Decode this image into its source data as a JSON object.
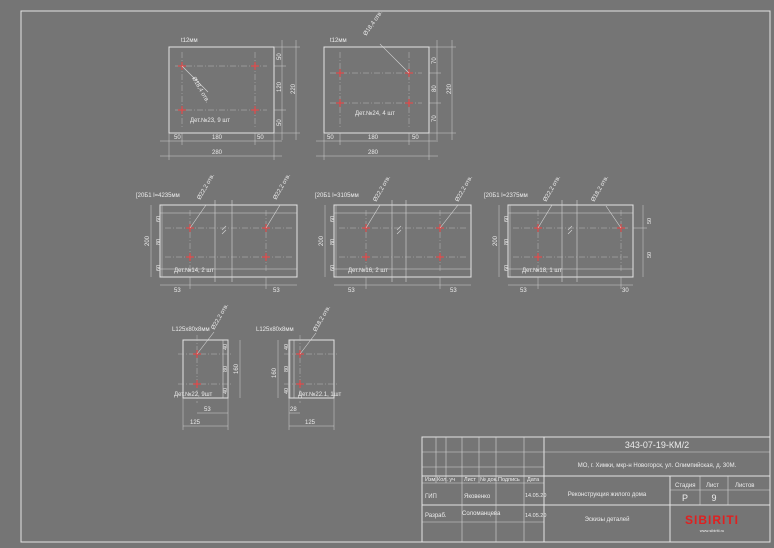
{
  "title_block": {
    "code": "343-07-19-КМ/2",
    "address": "МО, г. Химки, мкр-н Новогорск, ул. Олимпийская, д. 30М.",
    "object": "Реконструкция жилого дома",
    "sheet_title": "Эскизы деталей",
    "headers": {
      "izm": "Изм.",
      "kol": "Кол. уч",
      "list": "Лист",
      "ndoc": "№ док.",
      "podpis": "Подпись",
      "data": "Дата",
      "stadia": "Стадия",
      "list2": "Лист",
      "listov": "Листов"
    },
    "rows": [
      {
        "role": "ГИП",
        "name": "Яковенко",
        "date": "14.05.20"
      },
      {
        "role": "Разраб.",
        "name": "Соломанцева",
        "date": "14.05.20"
      }
    ],
    "stage": "Р",
    "sheet": "9",
    "sheets": "",
    "logo": "SIBIRITI",
    "logo_sub": "www.sibiriti.ru"
  },
  "details": {
    "d23": {
      "thickness": "t12мм",
      "hole": "Ø18,4 отв.",
      "label": "Дет.№23, 9 шт",
      "dims_h": [
        "50",
        "180",
        "50"
      ],
      "total_w": "280",
      "dims_v": [
        "50",
        "120",
        "50"
      ],
      "total_h": "220"
    },
    "d24": {
      "thickness": "t12мм",
      "hole": "Ø18,4 отв.",
      "label": "Дет.№24, 4 шт",
      "dims_h": [
        "50",
        "180",
        "50"
      ],
      "total_w": "280",
      "dims_v": [
        "70",
        "80",
        "70"
      ],
      "total_h": "220"
    },
    "d14": {
      "profile": "[20Б1 l=4235мм",
      "hole1": "Ø22,2 отв.",
      "hole2": "Ø22,2 отв.",
      "label": "Дет.№14, 2 шт",
      "height": "200",
      "dims_v": [
        "60",
        "80",
        "60"
      ],
      "dim_l": "53",
      "dim_r": "53"
    },
    "d16": {
      "profile": "[20Б1 l=3105мм",
      "hole1": "Ø22,2 отв.",
      "hole2": "Ø22,2 отв.",
      "label": "Дет.№16, 2 шт",
      "height": "200",
      "dims_v": [
        "60",
        "80",
        "60"
      ],
      "dim_l": "53",
      "dim_r": "53"
    },
    "d18": {
      "profile": "[20Б1 l=2375мм",
      "hole1": "Ø22,2 отв.",
      "hole2": "Ø18,2 отв.",
      "label": "Дет.№18, 1 шт",
      "height": "200",
      "dims_v": [
        "60",
        "80",
        "60"
      ],
      "dims_v_r": [
        "50",
        "50"
      ],
      "dim_l": "53",
      "dim_r": "30"
    },
    "d22": {
      "profile": "L125x80x8мм",
      "hole": "Ø22,2 отв.",
      "label": "Дет.№22, 9шт",
      "dims_v": [
        "40",
        "80",
        "40"
      ],
      "total_h": "160",
      "dim_inner": "53",
      "total_w": "125"
    },
    "d22_1": {
      "profile": "L125x80x8мм",
      "hole": "Ø18,2 отв.",
      "label": "Дет.№22.1, 1шт",
      "dims_v": [
        "40",
        "80",
        "40"
      ],
      "total_h": "160",
      "dim_inner": "28",
      "total_w": "125"
    }
  }
}
